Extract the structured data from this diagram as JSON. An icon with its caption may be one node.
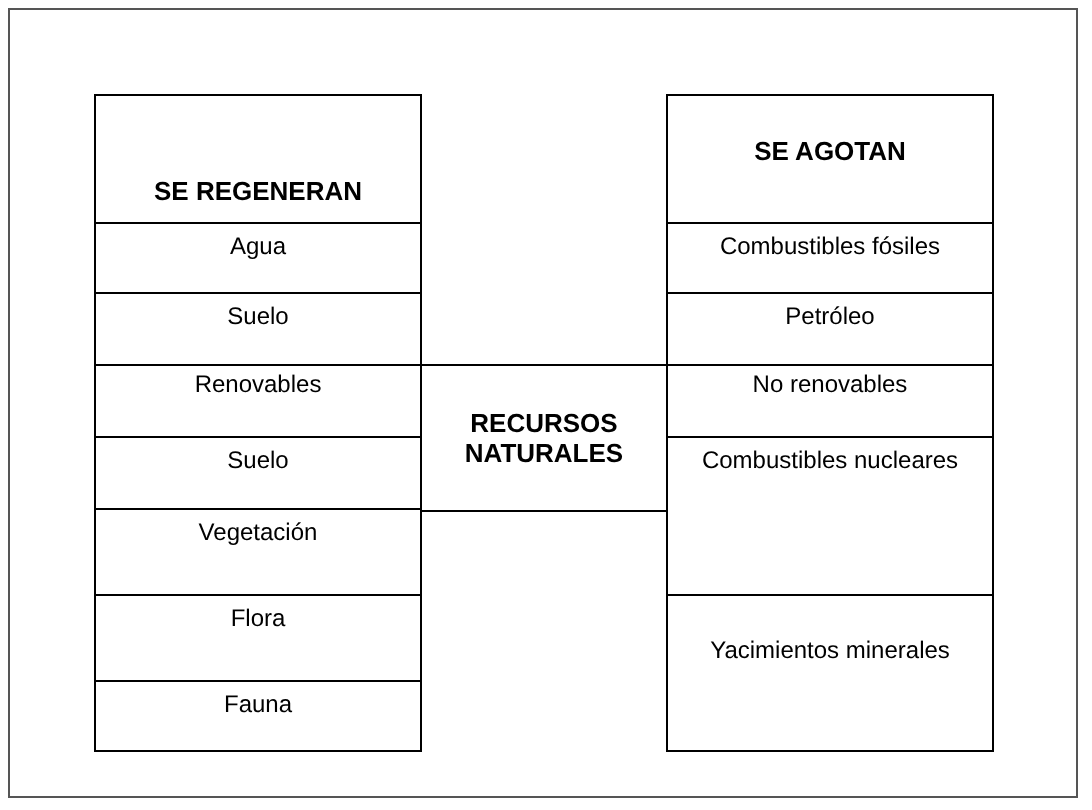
{
  "diagram": {
    "nodes": [
      {
        "text": [
          "SE REGENERAN"
        ]
      },
      {
        "text": [
          "Agua"
        ]
      },
      {
        "text": [
          "Suelo"
        ]
      },
      {
        "text": [
          "Renovables"
        ]
      },
      {
        "text": [
          "Suelo"
        ]
      },
      {
        "text": [
          "Vegetación"
        ]
      },
      {
        "text": [
          "Flora"
        ]
      },
      {
        "text": [
          "Fauna"
        ]
      },
      {
        "text": [
          "RECURSOS NATURALES"
        ]
      },
      {
        "text": [
          "SE AGOTAN"
        ]
      },
      {
        "text": [
          "Combustibles fósiles"
        ]
      },
      {
        "text": [
          "Petróleo"
        ]
      },
      {
        "text": [
          "No renovables"
        ]
      },
      {
        "text": [
          "Combustibles nucleares"
        ]
      },
      {
        "text": [
          "Yacimientos minerales"
        ]
      }
    ],
    "edges": []
  }
}
